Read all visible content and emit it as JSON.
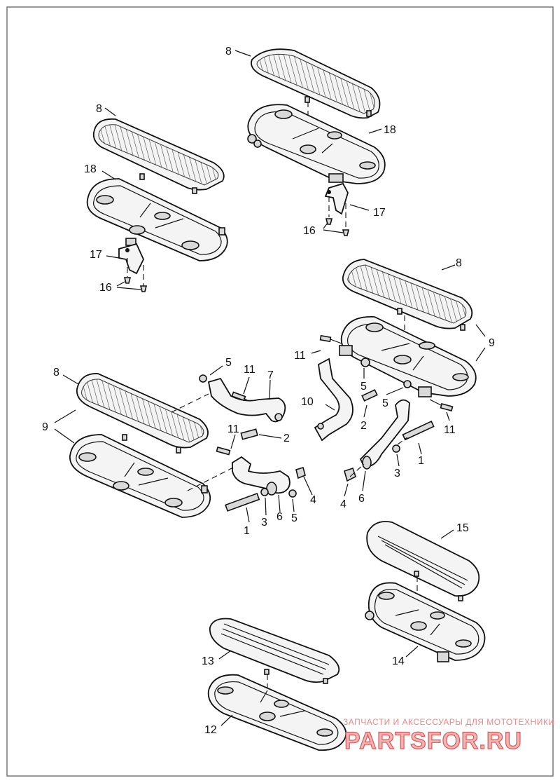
{
  "callouts": {
    "c8a": "8",
    "c18a": "18",
    "c17a": "17",
    "c16a": "16",
    "c8b": "8",
    "c18b": "18",
    "c17b": "17",
    "c16b": "16",
    "c8c": "8",
    "c9a": "9",
    "c11a": "11",
    "c5a": "5",
    "c10": "10",
    "c2a": "2",
    "c5b": "5",
    "c11b": "11",
    "c1a": "1",
    "c3a": "3",
    "c4a": "4",
    "c6a": "6",
    "c8d": "8",
    "c9b": "9",
    "c5c": "5",
    "c11c": "11",
    "c7": "7",
    "c11d": "11",
    "c2b": "2",
    "c4b": "4",
    "c1b": "1",
    "c3b": "3",
    "c6b": "6",
    "c5d": "5",
    "c15": "15",
    "c14": "14",
    "c13": "13",
    "c12": "12"
  },
  "watermark": {
    "tagline": "ЗАПЧАСТИ И АКСЕССУАРЫ ДЛЯ МОТОТЕХНИКИ",
    "brand": "PARTSFOR.RU"
  }
}
